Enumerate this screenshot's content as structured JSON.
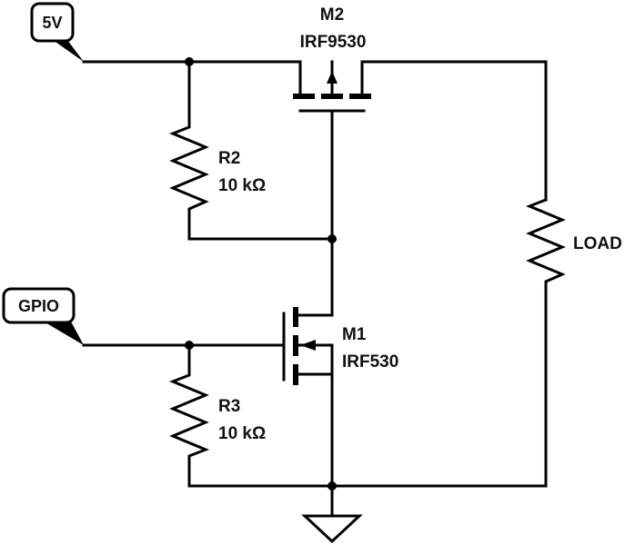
{
  "diagram": {
    "type": "circuit-schematic",
    "title": "",
    "nets": {
      "supply": {
        "label": "5V"
      },
      "input": {
        "label": "GPIO"
      },
      "ground": {
        "label": ""
      }
    },
    "components": {
      "m2": {
        "ref": "M2",
        "part": "IRF9530",
        "kind": "P-channel MOSFET"
      },
      "m1": {
        "ref": "M1",
        "part": "IRF530",
        "kind": "N-channel MOSFET"
      },
      "r2": {
        "ref": "R2",
        "value": "10 kΩ"
      },
      "r3": {
        "ref": "R3",
        "value": "10 kΩ"
      },
      "load": {
        "ref": "LOAD"
      }
    },
    "colors": {
      "wire": "#000000",
      "background": "#ffffff",
      "text": "#111111"
    }
  }
}
